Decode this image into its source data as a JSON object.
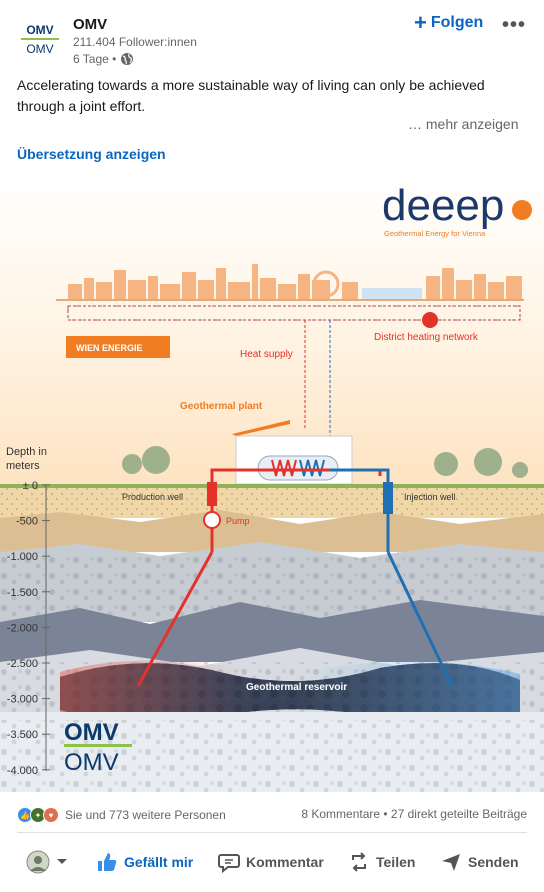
{
  "post": {
    "author": "OMV",
    "followers": "211.404 Follower:innen",
    "time": "6 Tage •",
    "follow_label": "Folgen",
    "more_label": "•••",
    "text": "Accelerating towards a more sustainable way of living can only be achieved through a joint effort.",
    "see_more": "… mehr anzeigen",
    "translate": "Übersetzung anzeigen"
  },
  "figure": {
    "brand_title": "deeep",
    "brand_subtitle": "Geothermal Energy for Vienna",
    "wien_energie": "WIEN ENERGIE",
    "district_heating": "District heating network",
    "heat_supply": "Heat supply",
    "geothermal_plant": "Geothermal plant",
    "depth_label_line1": "Depth in",
    "depth_label_line2": "meters",
    "production_well": "Production well",
    "injection_well": "Injection well",
    "pump": "Pump",
    "geothermal_reservoir": "Geothermal reservoir",
    "depth_ticks": [
      "± 0",
      "-500",
      "-1.000",
      "-1.500",
      "-2.000",
      "-2.500",
      "-3.000",
      "-3.500",
      "-4.000"
    ],
    "omv_logo_text": "OMV"
  },
  "social": {
    "reactions_text": "Sie und 773 weitere Personen",
    "counts_text": "8 Kommentare • 27 direkt geteilte Beiträge"
  },
  "actions": {
    "like": "Gefällt mir",
    "comment": "Kommentar",
    "share": "Teilen",
    "send": "Senden"
  },
  "colors": {
    "linkedin_blue": "#0a66c2",
    "omv_blue": "#0b3a6b",
    "omv_green": "#8bc34a",
    "deeep_blue": "#1b3a6b",
    "deeep_orange": "#f07d22",
    "hot_red": "#e2322a",
    "cold_blue": "#1f6fb2"
  }
}
